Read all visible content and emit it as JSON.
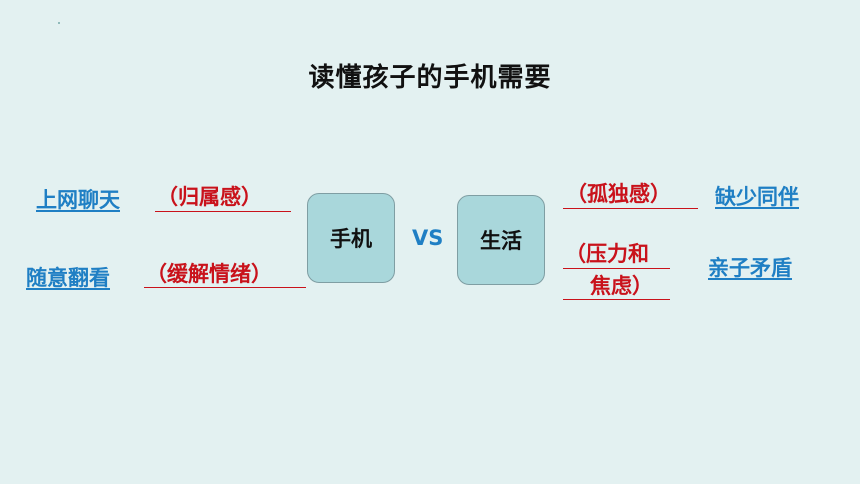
{
  "title": "读懂孩子的手机需要",
  "left": {
    "needs": [
      "上网聊天",
      "随意翻看"
    ],
    "feelings": [
      "（归属感）",
      "（缓解情绪）"
    ]
  },
  "center": {
    "phone_label": "手机",
    "vs_label": "VS",
    "life_label": "生活"
  },
  "right": {
    "feelings": [
      "（孤独感）",
      "（压力和",
      "焦虑）"
    ],
    "problems": [
      "缺少同伴",
      "亲子矛盾"
    ]
  },
  "colors": {
    "background": "#e3f1f1",
    "link_blue": "#1f7fc4",
    "red": "#c9121b",
    "box_fill": "#a9d7db"
  }
}
